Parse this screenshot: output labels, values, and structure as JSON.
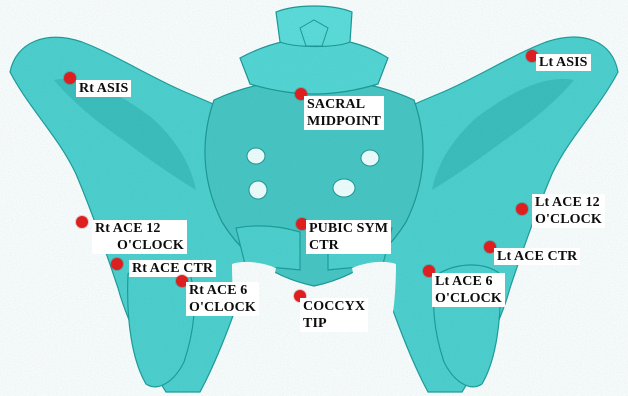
{
  "landmarks": {
    "rt_asis": {
      "label": "Rt ASIS"
    },
    "sacral_midpoint": {
      "line1": "SACRAL",
      "line2": "MIDPOINT"
    },
    "lt_asis": {
      "label": "Lt ASIS"
    },
    "rt_ace_12": {
      "line1": "Rt ACE 12",
      "line2": "O'CLOCK"
    },
    "pubic_sym_ctr": {
      "line1": "PUBIC SYM",
      "line2": "CTR"
    },
    "lt_ace_12": {
      "line1": "Lt ACE 12",
      "line2": "O'CLOCK"
    },
    "rt_ace_ctr": {
      "label": "Rt ACE CTR"
    },
    "lt_ace_ctr": {
      "label": "Lt ACE CTR"
    },
    "rt_ace_6": {
      "line1": "Rt ACE 6",
      "line2": "O'CLOCK"
    },
    "coccyx_tip": {
      "line1": "COCCYX",
      "line2": "TIP"
    },
    "lt_ace_6": {
      "line1": "Lt ACE 6",
      "line2": "O'CLOCK"
    }
  },
  "colors": {
    "bone": "#4fd2d0",
    "bone_shadow": "#22a6a4",
    "marker": "#dd1f20",
    "label_bg": "#ffffff"
  }
}
